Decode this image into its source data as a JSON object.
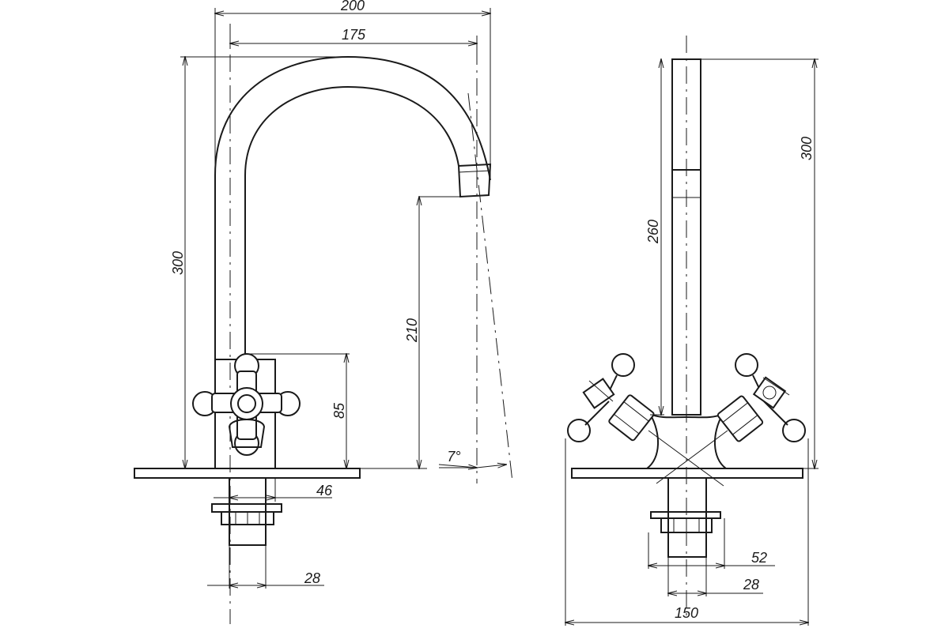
{
  "drawing": {
    "dimensions": {
      "side_width_total": "200",
      "side_width_spout": "175",
      "side_height_total": "300",
      "side_spout_height": "210",
      "side_handle_height": "85",
      "side_spout_angle": "7°",
      "side_body_width": "46",
      "side_shank_diameter": "28",
      "front_height_total": "300",
      "front_stem_height": "260",
      "front_base_width": "150",
      "front_nut_width": "52",
      "front_shank_diameter": "28"
    }
  }
}
